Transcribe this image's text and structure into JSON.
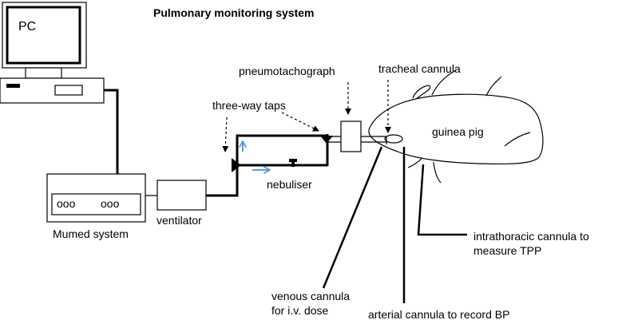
{
  "title": "Pulmonary monitoring system",
  "labels": {
    "pc": "PC",
    "mumed_system": "Mumed system",
    "ventilator": "ventilator",
    "three_way_taps": "three-way taps",
    "pneumotachograph": "pneumotachograph",
    "nebuliser": "nebuliser",
    "tracheal_cannula": "tracheal cannula",
    "guinea_pig": "guinea pig",
    "intrathoracic_line1": "intrathoracic cannula to",
    "intrathoracic_line2": "measure TPP",
    "venous_line1": "venous cannula",
    "venous_line2": "for i.v. dose",
    "arterial": "arterial cannula to record BP",
    "mumed_dots_left": "ooo",
    "mumed_dots_right": "ooo"
  },
  "colors": {
    "line": "#000000",
    "airflow_arrow": "#5b9bd5"
  }
}
